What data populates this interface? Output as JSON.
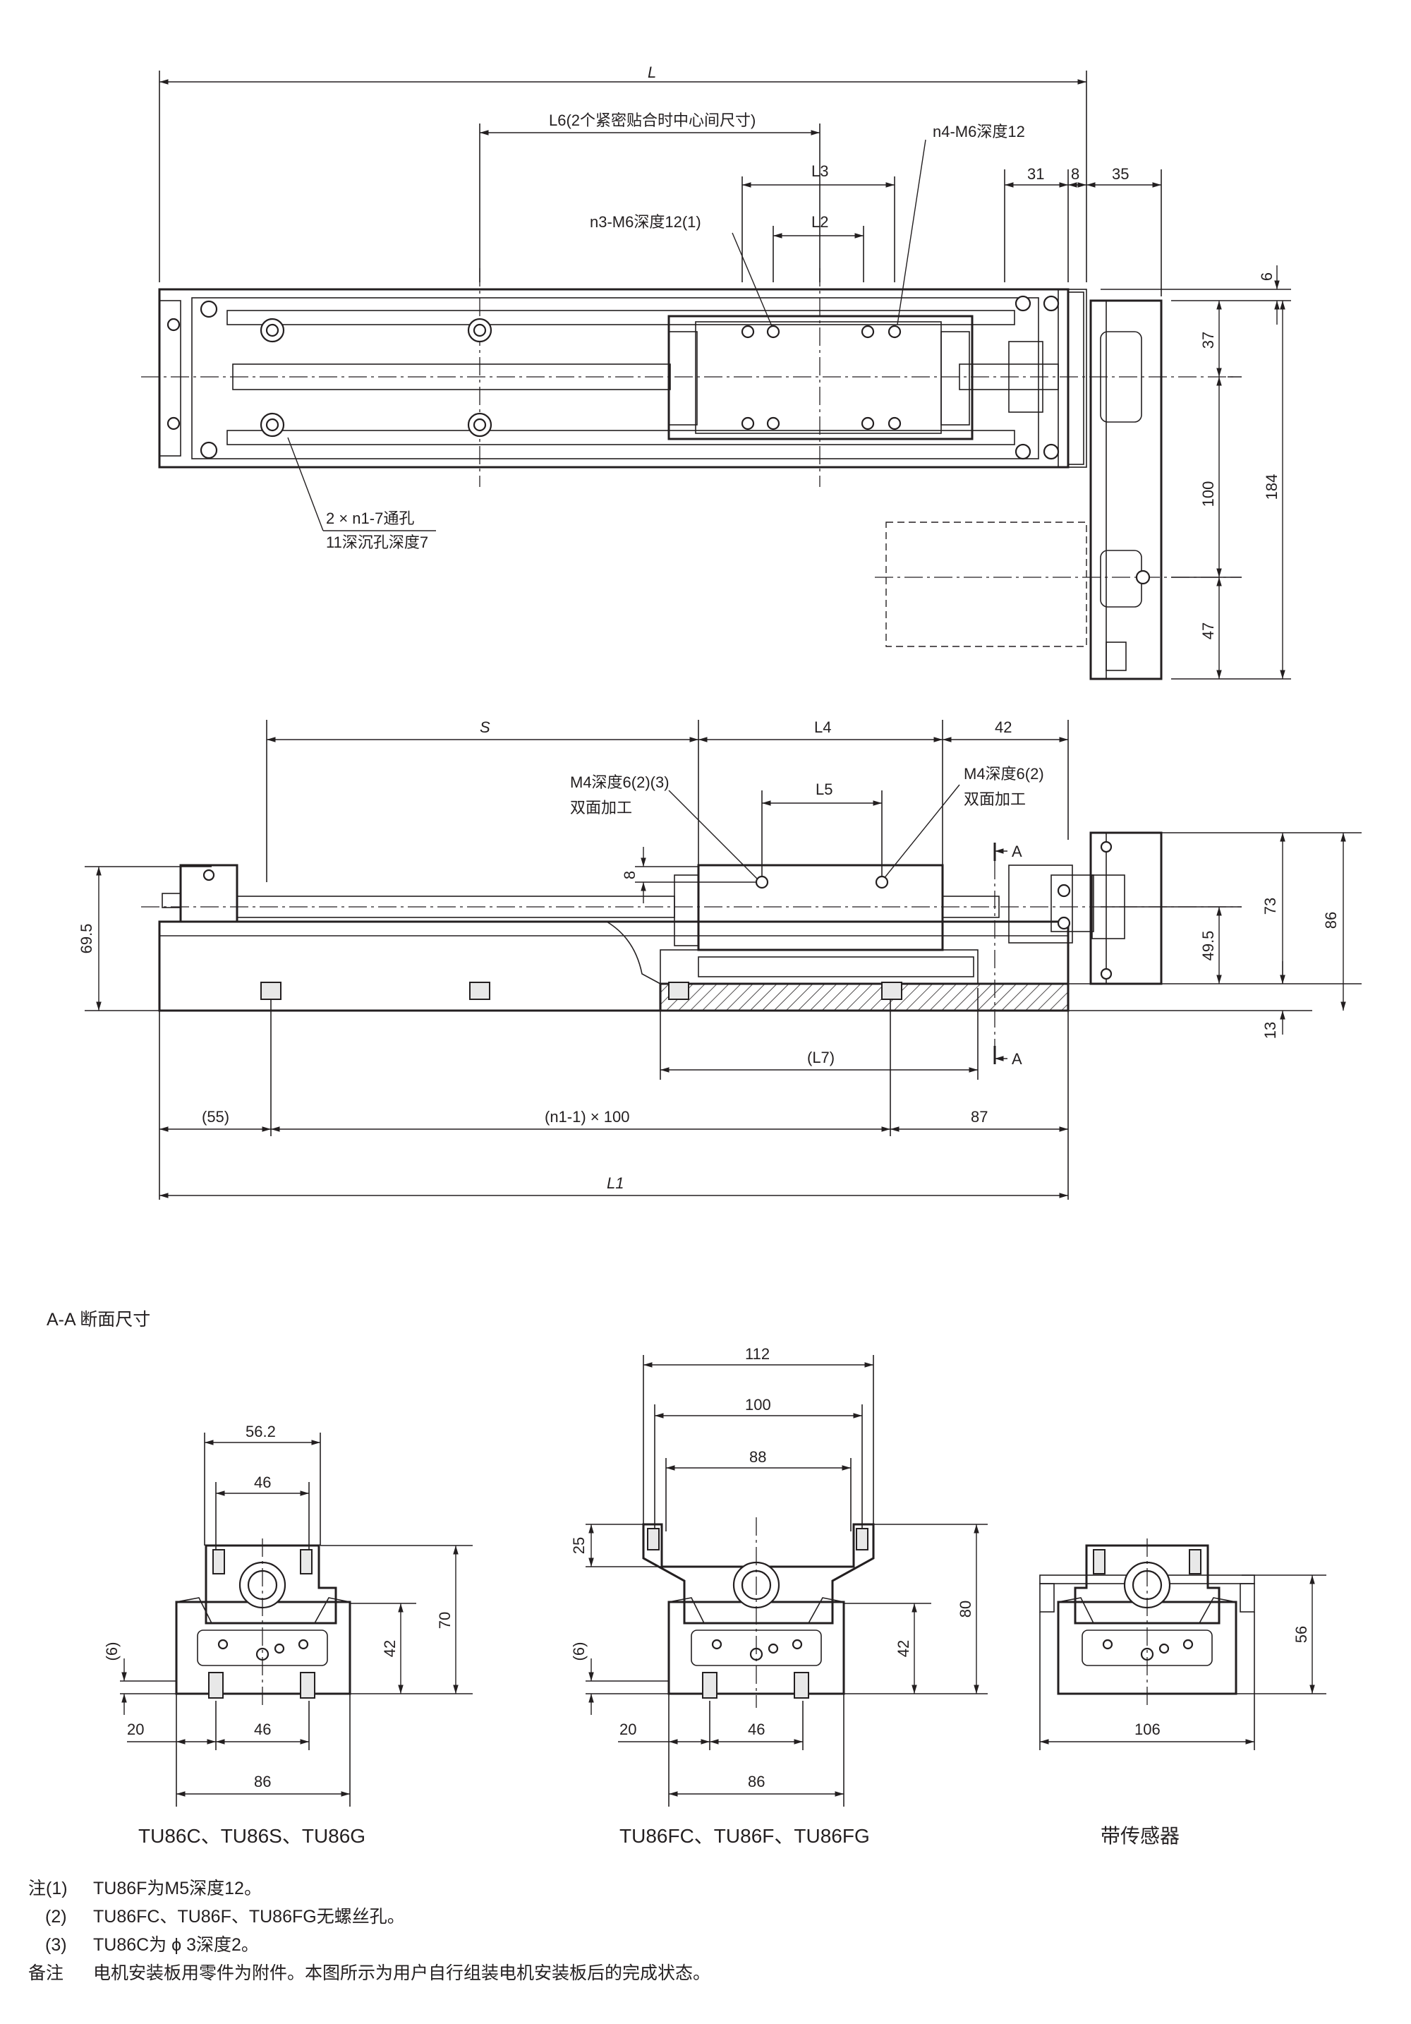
{
  "top_view": {
    "dim_L": "L",
    "dim_L6": "L6(2个紧密贴合时中心间尺寸)",
    "dim_L3": "L3",
    "dim_L2": "L2",
    "n4_label": "n4-M6深度12",
    "n3_label": "n3-M6深度12(1)",
    "dim_31": "31",
    "dim_8": "8",
    "dim_35": "35",
    "dim_6": "6",
    "dim_37": "37",
    "dim_100": "100",
    "dim_47": "47",
    "dim_184": "184",
    "hole_label_1": "2 × n1-7通孔",
    "hole_label_2": "11深沉孔深度7"
  },
  "side_view": {
    "dim_S": "S",
    "dim_L4": "L4",
    "dim_42": "42",
    "dim_L5": "L5",
    "m4_left_1": "M4深度6(2)(3)",
    "m4_left_2": "双面加工",
    "m4_right_1": "M4深度6(2)",
    "m4_right_2": "双面加工",
    "dim_8": "8",
    "dim_69_5": "69.5",
    "dim_73": "73",
    "dim_86": "86",
    "dim_49_5": "49.5",
    "dim_13": "13",
    "section_mark_top": "A",
    "section_mark_bottom": "A",
    "dim_L7": "(L7)",
    "dim_55": "(55)",
    "dim_n1": "(n1-1) × 100",
    "dim_87": "87",
    "dim_L1": "L1"
  },
  "section": {
    "title": "A-A 断面尺寸",
    "left": {
      "dim_56_2": "56.2",
      "dim_46_top": "46",
      "dim_6": "(6)",
      "dim_42": "42",
      "dim_70": "70",
      "dim_20": "20",
      "dim_46_bot": "46",
      "dim_86": "86",
      "caption": "TU86C、TU86S、TU86G"
    },
    "middle": {
      "dim_112": "112",
      "dim_100": "100",
      "dim_88": "88",
      "dim_25": "25",
      "dim_6": "(6)",
      "dim_42": "42",
      "dim_80": "80",
      "dim_20": "20",
      "dim_46": "46",
      "dim_86": "86",
      "caption": "TU86FC、TU86F、TU86FG"
    },
    "right": {
      "dim_56": "56",
      "dim_106": "106",
      "caption": "带传感器"
    }
  },
  "notes": [
    {
      "label": "注(1)",
      "text": "TU86F为M5深度12。"
    },
    {
      "label": "(2)",
      "text": "TU86FC、TU86F、TU86FG无螺丝孔。"
    },
    {
      "label": "(3)",
      "text": "TU86C为 ϕ 3深度2。"
    },
    {
      "label": "备注",
      "text": "电机安装板用零件为附件。本图所示为用户自行组装电机安装板后的完成状态。"
    }
  ]
}
